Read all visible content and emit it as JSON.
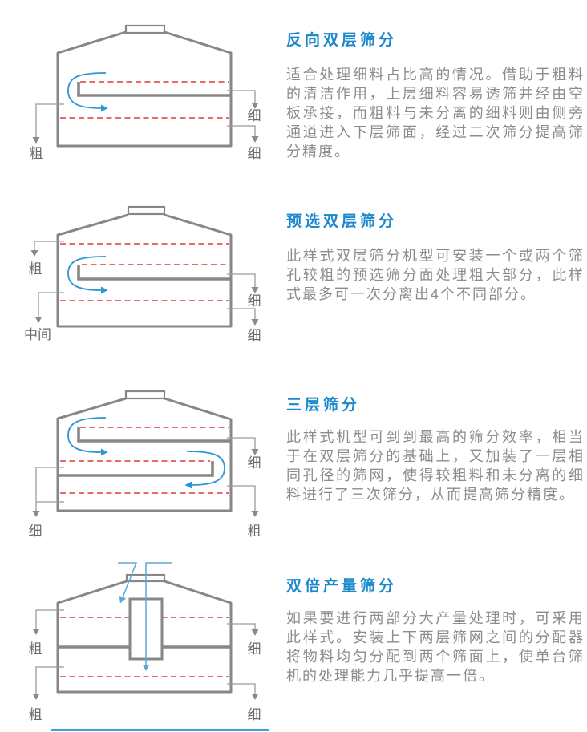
{
  "colors": {
    "title_blue": "#1a88ca",
    "body_text_gray": "#8c8c8c",
    "machine_gray": "#878787",
    "screen_dashed_red": "#e25757",
    "flow_arrow_blue": "#2f96d6",
    "feed_line_blue": "#5fa8d8",
    "diagram_label_gray": "#6b6b6b",
    "footer_accent_blue": "#45a0d8"
  },
  "sections": [
    {
      "title": "反向双层筛分",
      "body": "适合处理细料占比高的情况。借助于粗料的清洁作用，上层细料容易透筛并经由空板承接，而粗料与未分离的细料则由侧旁通道进入下层筛面，经过二次筛分提高筛分精度。",
      "diagram": {
        "labels": {
          "left1": "粗",
          "right1": "细",
          "right2": "细"
        }
      }
    },
    {
      "title": "预选双层筛分",
      "body": "此样式双层筛分机型可安装一个或两个筛孔较粗的预选筛分面处理粗大部分，此样式最多可一次分离出4个不同部分。",
      "diagram": {
        "labels": {
          "left1": "粗",
          "left2": "中间",
          "right1": "细",
          "right2": "细"
        }
      }
    },
    {
      "title": "三层筛分",
      "body": "此样式机型可到到最高的筛分效率，相当于在双层筛分的基础上，又加装了一层相同孔径的筛网，使得较粗料和未分离的细料进行了三次筛分，从而提高筛分精度。",
      "diagram": {
        "labels": {
          "left1": "细",
          "right1": "细",
          "right2": "粗"
        }
      }
    },
    {
      "title": "双倍产量筛分",
      "body": "如果要进行两部分大产量处理时，可采用此样式。安装上下两层筛网之间的分配器将物料均匀分配到两个筛面上，使单台筛机的处理能力几乎提高一倍。",
      "diagram": {
        "labels": {
          "left1": "粗",
          "left2": "粗",
          "right1": "细",
          "right2": "细"
        }
      }
    }
  ]
}
